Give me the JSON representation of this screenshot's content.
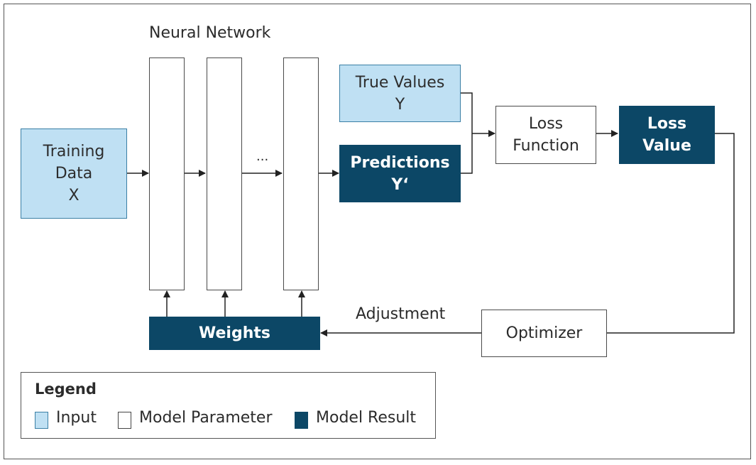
{
  "title": "Neural Network",
  "nodes": {
    "training_data": [
      "Training",
      "Data",
      "X"
    ],
    "true_values": [
      "True Values",
      "Y"
    ],
    "predictions": [
      "Predictions",
      "Y‘"
    ],
    "loss_function": [
      "Loss",
      "Function"
    ],
    "loss_value": [
      "Loss",
      "Value"
    ],
    "weights": "Weights",
    "optimizer": "Optimizer"
  },
  "ellipsis": "...",
  "edge_label_adjustment": "Adjustment",
  "legend": {
    "title": "Legend",
    "items": [
      {
        "label": "Input",
        "color": "#bfe0f3"
      },
      {
        "label": "Model Parameter",
        "color": "#ffffff"
      },
      {
        "label": "Model Result",
        "color": "#0c4766"
      }
    ]
  },
  "colors": {
    "input": "#bfe0f3",
    "result": "#0c4766",
    "line": "#222222"
  }
}
